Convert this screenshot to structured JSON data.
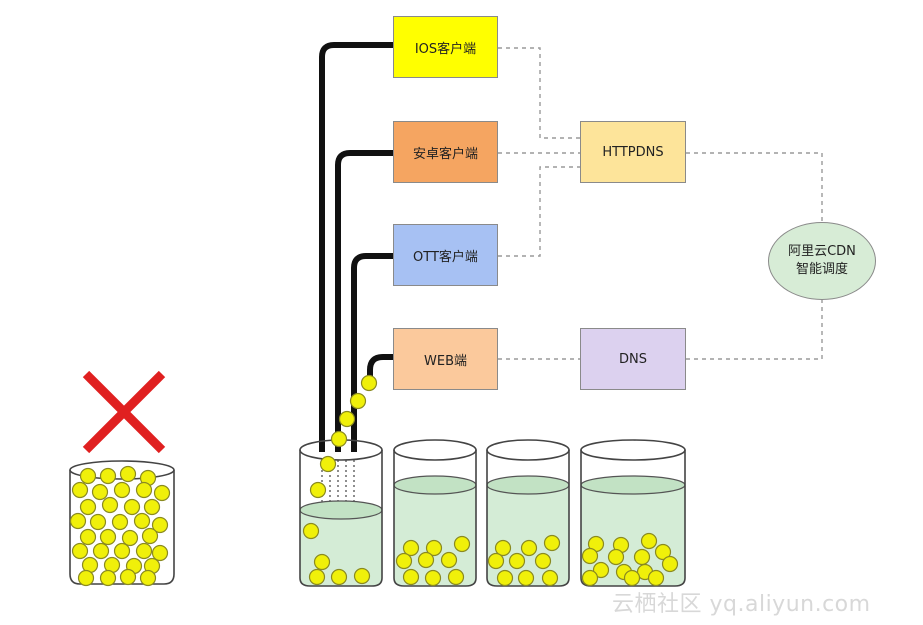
{
  "nodes": {
    "ios": {
      "label": "IOS客户端",
      "color": "#ffff00"
    },
    "android": {
      "label": "安卓客户端",
      "color": "#f5a561"
    },
    "ott": {
      "label": "OTT客户端",
      "color": "#a7c1f3"
    },
    "web": {
      "label": "WEB端",
      "color": "#fbc99c"
    },
    "httpdns": {
      "label": "HTTPDNS",
      "color": "#fde49a"
    },
    "dns": {
      "label": "DNS",
      "color": "#dcd1ef"
    },
    "cdn": {
      "label_line1": "阿里云CDN",
      "label_line2": "智能调度",
      "color": "#d7ecd6"
    }
  },
  "watermark": "云栖社区 yq.aliyun.com"
}
